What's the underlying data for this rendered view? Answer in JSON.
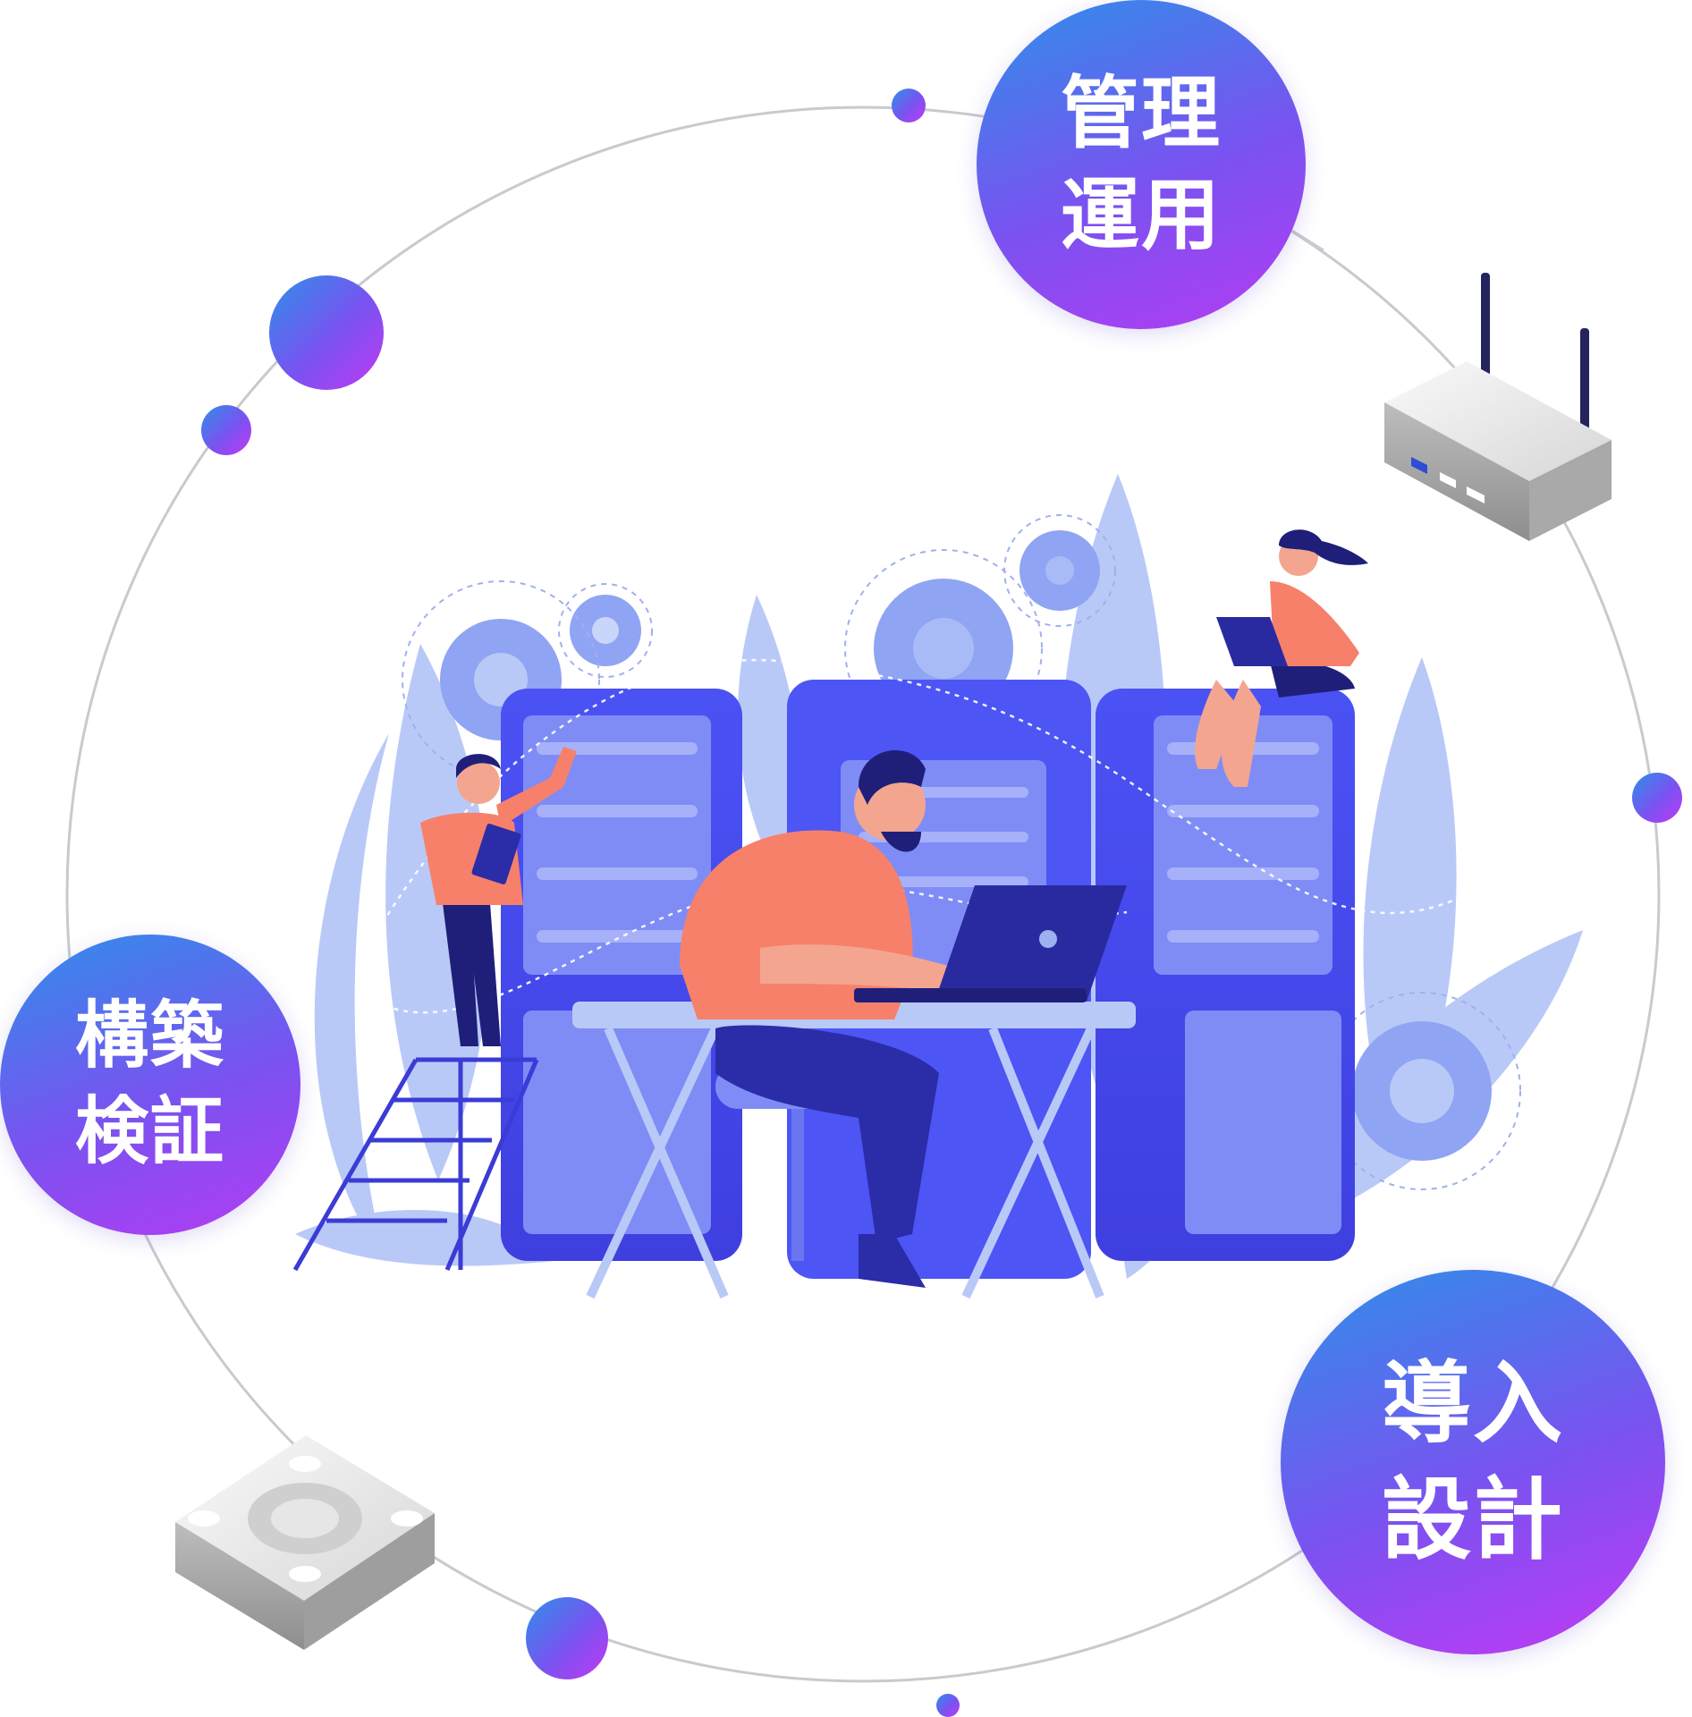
{
  "bubbles": {
    "manage": {
      "line1": "管理",
      "line2": "運用"
    },
    "build": {
      "line1": "構築",
      "line2": "検証"
    },
    "design": {
      "line1": "導入",
      "line2": "設計"
    }
  },
  "colors": {
    "ring": "#c9c9cf",
    "gradient_start": "#2f8fea",
    "gradient_mid": "#7a52f0",
    "gradient_end": "#b43cf3",
    "server": "#4d55f5",
    "server_panel": "#7f8cf6",
    "leaf": "#b9c9f7",
    "gear": "#8fa4f3",
    "person_shirt": "#f7806a",
    "person_pants": "#2b2ca8",
    "skin": "#f4a58f",
    "hair": "#1f1f7a"
  },
  "icons": [
    "router-icon",
    "switch-icon",
    "server-rack-icon",
    "gear-icon",
    "laptop-icon",
    "ladder-icon",
    "person-icon"
  ]
}
